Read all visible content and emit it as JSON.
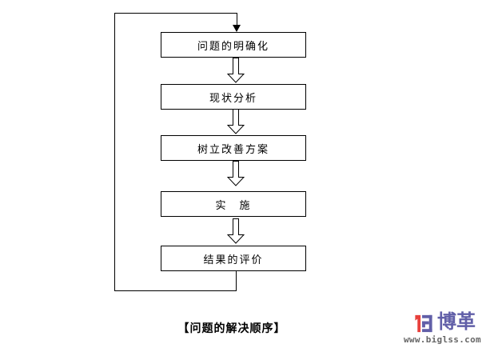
{
  "flowchart": {
    "steps": [
      {
        "label": "问题的明确化"
      },
      {
        "label": "现状分析"
      },
      {
        "label": "树立改善方案"
      },
      {
        "label": "实　施"
      },
      {
        "label": "结果的评价"
      }
    ],
    "caption": "【问题的解决顺序】",
    "line_color": "#000000",
    "box_border_color": "#000000",
    "box_fill_color": "#ffffff"
  },
  "logo": {
    "brand": "博革",
    "website": "www.biglss.com",
    "icon_red": "#e8403c",
    "icon_purple": "#615fa8",
    "website_color": "#666666"
  }
}
